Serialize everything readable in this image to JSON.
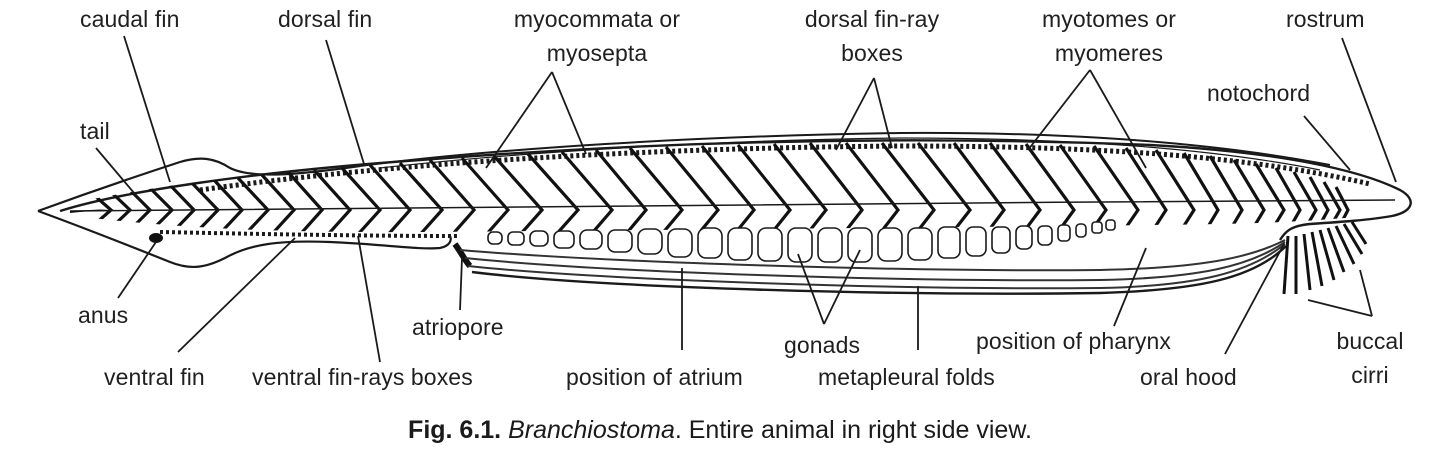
{
  "figure": {
    "subject": "Branchiostoma",
    "view": "right side view",
    "labels": {
      "caudal_fin": "caudal fin",
      "dorsal_fin": "dorsal fin",
      "myocommata_line1": "myocommata or",
      "myocommata_line2": "myosepta",
      "dorsal_fin_ray_line1": "dorsal fin-ray",
      "dorsal_fin_ray_line2": "boxes",
      "myotomes_line1": "myotomes or",
      "myotomes_line2": "myomeres",
      "rostrum": "rostrum",
      "notochord": "notochord",
      "tail": "tail",
      "anus": "anus",
      "ventral_fin": "ventral fin",
      "ventral_fin_rays_boxes": "ventral fin-rays boxes",
      "atriopore": "atriopore",
      "position_of_atrium": "position of atrium",
      "gonads": "gonads",
      "metapleural_folds": "metapleural folds",
      "position_of_pharynx": "position of pharynx",
      "oral_hood": "oral hood",
      "buccal_line1": "buccal",
      "buccal_line2": "cirri"
    },
    "caption": {
      "number": "Fig. 6.1.",
      "genus": "Branchiostoma",
      "text": ". Entire animal in right side view."
    },
    "colors": {
      "ink": "#1a1a1a",
      "background": "#ffffff"
    }
  }
}
